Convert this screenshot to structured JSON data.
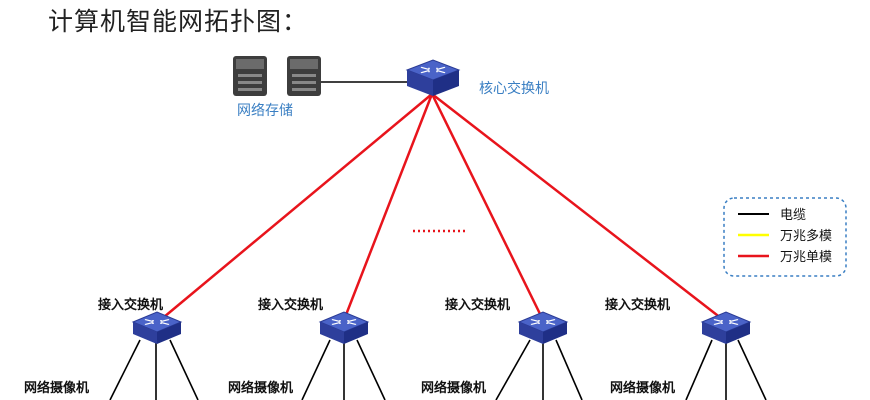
{
  "title": "计算机智能网拓扑图：",
  "nodes": {
    "storage_label": "网络存储",
    "core_switch_label": "核心交换机",
    "access_switch_label": "接入交换机",
    "camera_label": "网络摄像机"
  },
  "legend": [
    {
      "label": "电缆",
      "color": "#000000"
    },
    {
      "label": "万兆多模",
      "color": "#ffff00"
    },
    {
      "label": "万兆单模",
      "color": "#e8141c"
    }
  ],
  "colors": {
    "single_mode_link": "#e8141c",
    "cable": "#000000",
    "switch_top": "#4a63c8",
    "switch_side": "#1f2f86",
    "legend_border": "#3a7fc3",
    "label_blue": "#3a7fc3"
  }
}
